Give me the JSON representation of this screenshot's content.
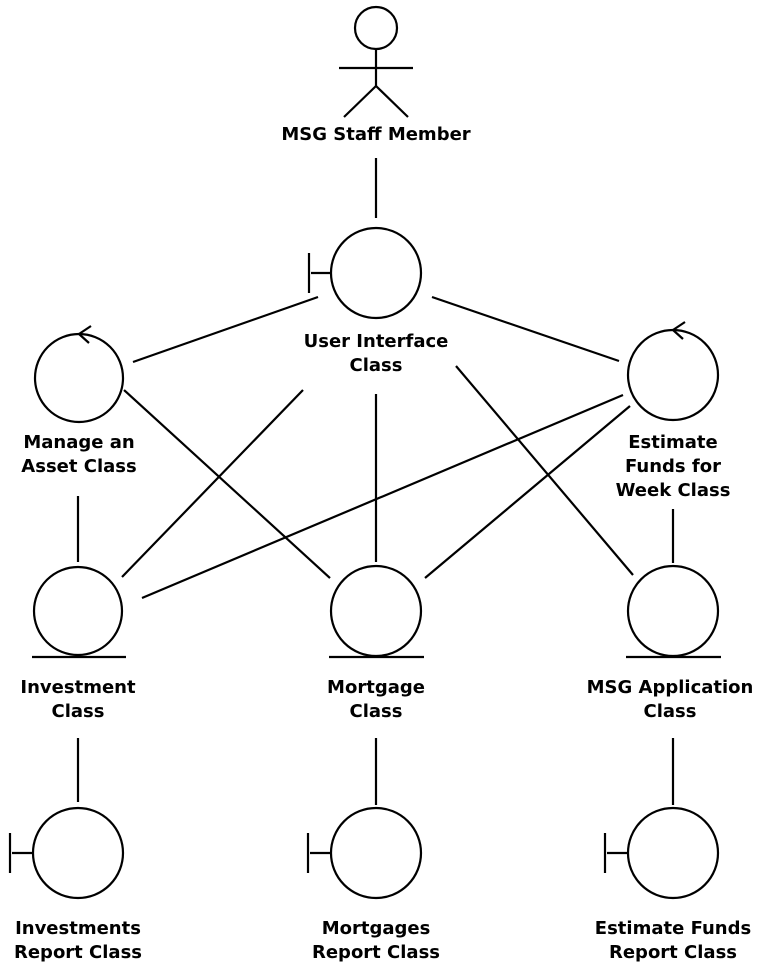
{
  "diagram": {
    "actor": {
      "line1": "MSG Staff Member"
    },
    "user_interface": {
      "line1": "User Interface",
      "line2": "Class"
    },
    "manage_asset": {
      "line1": "Manage an",
      "line2": "Asset Class"
    },
    "estimate_funds": {
      "line1": "Estimate",
      "line2": "Funds for",
      "line3": "Week Class"
    },
    "investment": {
      "line1": "Investment",
      "line2": "Class"
    },
    "mortgage": {
      "line1": "Mortgage",
      "line2": "Class"
    },
    "msg_application": {
      "line1": "MSG Application",
      "line2": "Class"
    },
    "investments_report": {
      "line1": "Investments",
      "line2": "Report Class"
    },
    "mortgages_report": {
      "line1": "Mortgages",
      "line2": "Report Class"
    },
    "estimate_funds_report": {
      "line1": "Estimate Funds",
      "line2": "Report Class"
    }
  }
}
